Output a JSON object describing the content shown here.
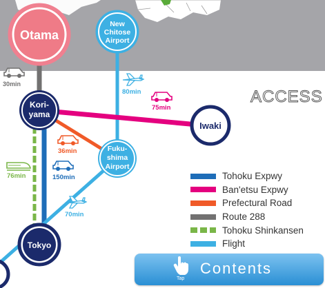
{
  "title": "ACCESS",
  "nodes": {
    "otama": "Otama",
    "new_chitose": [
      "New",
      "Chitose",
      "Airport"
    ],
    "koriyama": [
      "Kori-",
      "yama"
    ],
    "iwaki": "Iwaki",
    "fukushima": [
      "Fuku-",
      "shima",
      "Airport"
    ],
    "tokyo": "Tokyo"
  },
  "times": {
    "otama_car": "30min",
    "chitose_flight": "80min",
    "iwaki_car": "75min",
    "prefectural_car": "36min",
    "expwy_car": "150min",
    "shinkansen": "76min",
    "tokyo_flight": "70min"
  },
  "legend": [
    {
      "label": "Tohoku Expwy",
      "color": "#1e6db8"
    },
    {
      "label": "Ban'etsu Expwy",
      "color": "#e4007f"
    },
    {
      "label": "Prefectural Road",
      "color": "#f05a28"
    },
    {
      "label": "Route 288",
      "color": "#727171"
    },
    {
      "label": "Tohoku Shinkansen",
      "color": "#7ab648",
      "dashed": true
    },
    {
      "label": "Flight",
      "color": "#3db0e3"
    }
  ],
  "colors": {
    "map_gray": "#a5a5a9",
    "node_border": "#1b2a6b",
    "otama_ring": "#f08090",
    "otama_fill": "#ef7b87",
    "flight_ring": "#3db0e3",
    "map_green": "#5aab3a"
  },
  "contents_button": {
    "label": "Contents",
    "tap": "Tap"
  }
}
